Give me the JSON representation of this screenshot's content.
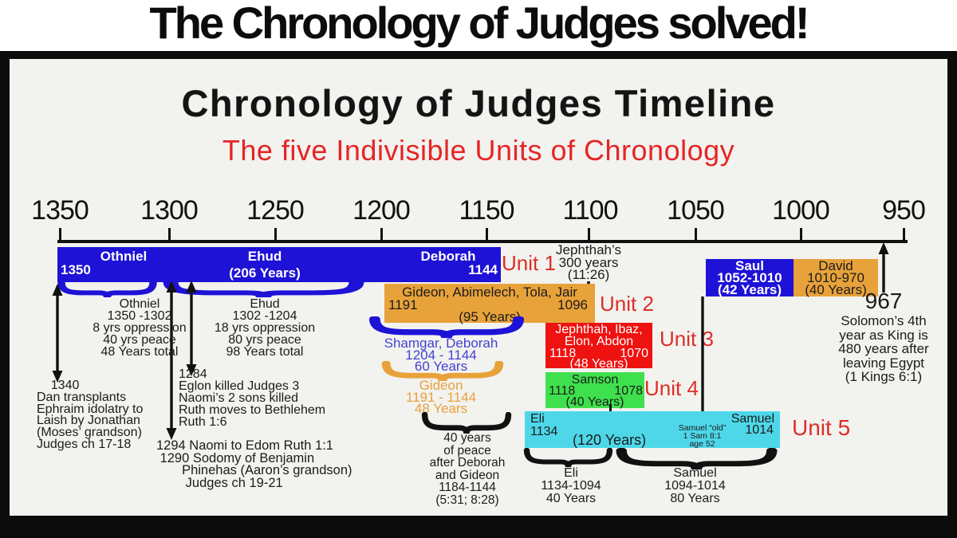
{
  "banner_title": "The Chronology of Judges solved!",
  "chart": {
    "title": "Chronology of Judges Timeline",
    "subtitle": "The five Indivisible Units of Chronology",
    "axis": {
      "years": [
        "1350",
        "1300",
        "1250",
        "1200",
        "1150",
        "1100",
        "1050",
        "1000",
        "950"
      ]
    },
    "unit1": {
      "judge1": "Othniel",
      "start": "1350",
      "judge2": "Ehud",
      "duration": "(206 Years)",
      "judge3": "Deborah",
      "end": "1144",
      "label": "Unit 1"
    },
    "unit2": {
      "names": "Gideon, Abimelech, Tola, Jair",
      "start": "1191",
      "end": "1096",
      "duration": "(95 Years)",
      "label": "Unit 2"
    },
    "unit3": {
      "names": "Jephthah, Ibaz,\nElon, Abdon",
      "start": "1118",
      "end": "1070",
      "duration": "(48 Years)",
      "label": "Unit 3"
    },
    "unit4": {
      "name": "Samson",
      "start": "1118",
      "end": "1078",
      "duration": "(40 Years)",
      "label": "Unit 4"
    },
    "unit5": {
      "eli": "Eli",
      "eli_start": "1134",
      "duration": "(120 Years)",
      "samuel_old_note": "Samuel “old”\n1 Sam 8:1\nage 52",
      "samuel": "Samuel",
      "end": "1014",
      "label": "Unit 5"
    },
    "saul_box": "Saul\n1052-1010\n(42 Years)",
    "david_box": "David\n1010-970\n(40 Years)",
    "notes": {
      "jephthah_300_years": "Jephthah’s\n300 years\n(11:26)",
      "shamgar": "Shamgar, Deborah\n1204 - 1144\n60 Years",
      "gideon": "Gideon\n1191 - 1144\n48 Years",
      "peace_40_years": "40 years\nof peace\nafter Deborah\nand Gideon\n1184-1144\n(5:31; 8:28)",
      "othniel_col": "Othniel\n1350 -1302\n8 yrs oppression\n40 yrs peace\n48 Years total",
      "ehud_col": "Ehud\n1302 -1204\n18 yrs oppression\n80 yrs peace\n98 Years total",
      "dan_1340": "    1340\nDan transplants\nEphraim idolatry to\nLaish by Jonathan\n(Moses’ grandson)\nJudges ch 17-18",
      "eglon_1284": "1284\nEglon killed Judges 3\nNaomi’s 2 sons killed\nRuth moves to Bethlehem\nRuth 1:6",
      "naomi_1294": "1294 Naomi to Edom Ruth 1:1\n 1290 Sodomy of Benjamin\n       Phinehas (Aaron’s grandson)\n        Judges ch 19-21",
      "solomon_year": "967",
      "solomon": "Solomon’s 4th\nyear as King is\n480 years after\nleaving Egypt\n(1 Kings 6:1)",
      "eli_brace": "Eli\n1134-1094\n40 Years",
      "samuel_brace": "Samuel\n1094-1014\n80 Years"
    }
  },
  "colors": {
    "blue": "#1e12d6",
    "orange": "#e8a23a",
    "red_bar": "#ee1210",
    "green": "#3fe04d",
    "cyan": "#4ed7e9",
    "accent_red": "#dc2f27",
    "blue_text": "#4343d2",
    "orange_text": "#e8a23a"
  },
  "chart_data": {
    "type": "bar",
    "subtype": "timeline-gantt",
    "title": "Chronology of Judges Timeline",
    "subtitle": "The five Indivisible Units of Chronology",
    "x_axis": {
      "ticks": [
        1350,
        1300,
        1250,
        1200,
        1150,
        1100,
        1050,
        1000,
        950
      ],
      "unit": "years BC",
      "direction": "descending",
      "range": [
        1350,
        950
      ]
    },
    "bars": [
      {
        "label": "Unit 1 — Othniel, Ehud, Deborah",
        "start": 1350,
        "end": 1144,
        "duration_years": 206,
        "color": "#1e12d6"
      },
      {
        "label": "Unit 2 — Gideon, Abimelech, Tola, Jair",
        "start": 1191,
        "end": 1096,
        "duration_years": 95,
        "color": "#e8a23a"
      },
      {
        "label": "Unit 3 — Jephthah, Ibaz, Elon, Abdon",
        "start": 1118,
        "end": 1070,
        "duration_years": 48,
        "color": "#ee1210"
      },
      {
        "label": "Unit 4 — Samson",
        "start": 1118,
        "end": 1078,
        "duration_years": 40,
        "color": "#3fe04d"
      },
      {
        "label": "Unit 5 — Eli & Samuel",
        "start": 1134,
        "end": 1014,
        "duration_years": 120,
        "color": "#4ed7e9"
      },
      {
        "label": "Saul",
        "start": 1052,
        "end": 1010,
        "duration_years": 42,
        "color": "#1e12d6"
      },
      {
        "label": "David",
        "start": 1010,
        "end": 970,
        "duration_years": 40,
        "color": "#e8a23a"
      }
    ],
    "sub_periods": [
      {
        "label": "Othniel",
        "start": 1350,
        "end": 1302,
        "notes": "8 yrs oppression, 40 yrs peace, 48 Years total"
      },
      {
        "label": "Ehud",
        "start": 1302,
        "end": 1204,
        "notes": "18 yrs oppression, 80 yrs peace, 98 Years total"
      },
      {
        "label": "Shamgar, Deborah",
        "start": 1204,
        "end": 1144,
        "notes": "60 Years"
      },
      {
        "label": "Gideon",
        "start": 1191,
        "end": 1144,
        "notes": "48 Years"
      },
      {
        "label": "Peace after Deborah and Gideon",
        "start": 1184,
        "end": 1144,
        "notes": "40 years (5:31; 8:28)"
      },
      {
        "label": "Eli",
        "start": 1134,
        "end": 1094,
        "notes": "40 Years"
      },
      {
        "label": "Samuel",
        "start": 1094,
        "end": 1014,
        "notes": "80 Years"
      }
    ],
    "events": [
      {
        "year": 1340,
        "text": "Dan transplants Ephraim idolatry to Laish by Jonathan (Moses’ grandson) Judges ch 17-18"
      },
      {
        "year": 1294,
        "text": "Naomi to Edom Ruth 1:1"
      },
      {
        "year": 1290,
        "text": "Sodomy of Benjamin, Phinehas (Aaron’s grandson) Judges ch 19-21"
      },
      {
        "year": 1284,
        "text": "Eglon killed Judges 3; Naomi’s 2 sons killed; Ruth moves to Bethlehem Ruth 1:6"
      },
      {
        "year": 1052,
        "text": "Samuel “old” 1 Sam 8:1 age 52"
      },
      {
        "year": 967,
        "text": "Solomon’s 4th year as King is 480 years after leaving Egypt (1 Kings 6:1)"
      }
    ]
  }
}
